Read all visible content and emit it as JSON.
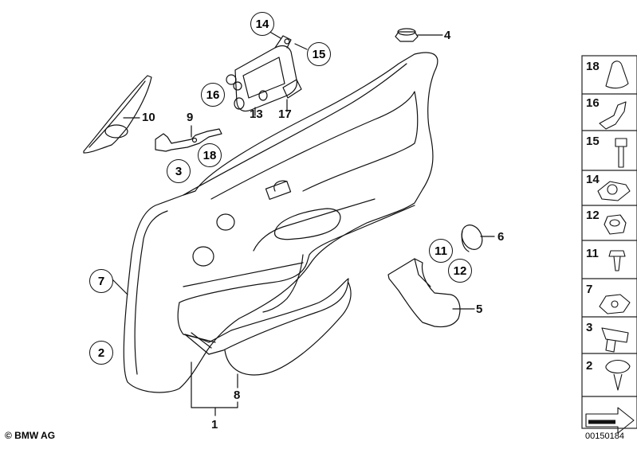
{
  "diagram": {
    "labels": {
      "l1": "1",
      "l2": "2",
      "l3": "3",
      "l4": "4",
      "l5": "5",
      "l6": "6",
      "l7": "7",
      "l8": "8",
      "l9": "9",
      "l10": "10",
      "l11": "11",
      "l12": "12",
      "l13": "13",
      "l14": "14",
      "l15": "15",
      "l16": "16",
      "l17": "17",
      "l18": "18"
    },
    "parts_column": [
      "18",
      "16",
      "15",
      "14",
      "12",
      "11",
      "7",
      "3",
      "2"
    ],
    "copyright": "© BMW AG",
    "drawing_number": "00150184"
  }
}
